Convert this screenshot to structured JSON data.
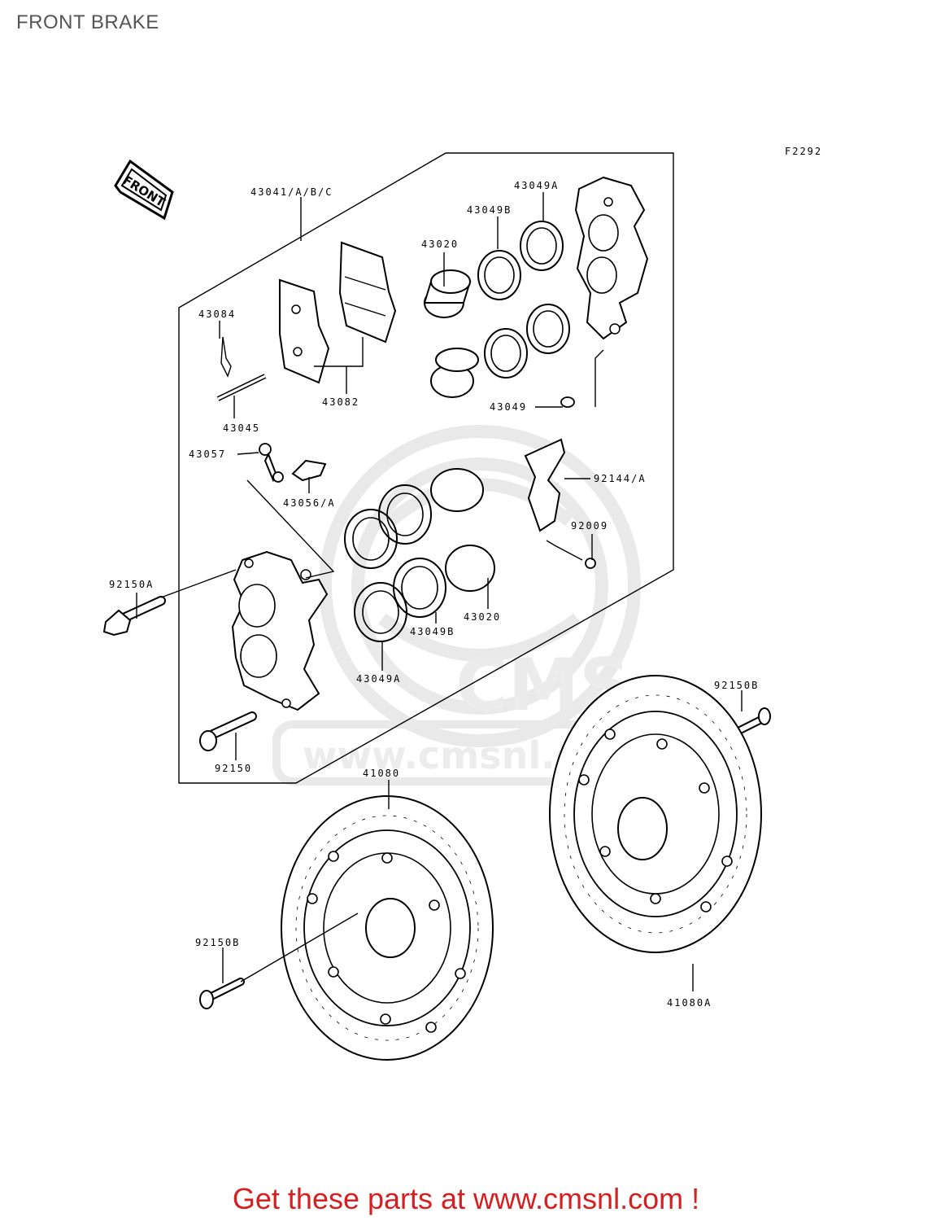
{
  "page": {
    "title": "FRONT BRAKE"
  },
  "diagram": {
    "figure_code": "F2292",
    "direction_badge": "FRONT",
    "watermark": "www.cmsnl.com",
    "watermark_logo_text": "CMS",
    "labels": {
      "caliper_assembly": "43041/A/B/C",
      "piston_seal_a_top": "43049A",
      "piston_seal_b_top": "43049B",
      "piston_top": "43020",
      "pin_clip": "43084",
      "pad_set": "43082",
      "pad_pin": "43045",
      "bleeder_cap": "43057",
      "bleeder_valve": "43056/A",
      "body_seal": "43049",
      "pad_spring": "92144/A",
      "small_bolt": "92009",
      "mount_bolt_a": "92150A",
      "piston_bottom": "43020",
      "piston_seal_b_bottom": "43049B",
      "piston_seal_a_bottom": "43049A",
      "mount_bolt": "92150",
      "disc_left": "41080",
      "disc_right": "41080A",
      "disc_bolt_left": "92150B",
      "disc_bolt_right": "92150B"
    }
  },
  "footer": {
    "promo": "Get these parts at www.cmsnl.com !"
  },
  "colors": {
    "promo": "#d42020",
    "title": "#555555",
    "line": "#000000"
  }
}
